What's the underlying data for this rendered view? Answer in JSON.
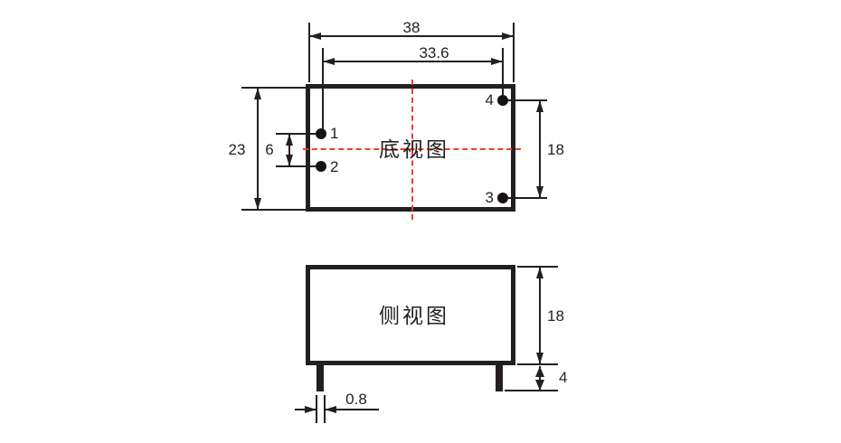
{
  "figure": {
    "bottom_view": {
      "title": "底视图",
      "pins": {
        "pin1": "1",
        "pin2": "2",
        "pin3": "3",
        "pin4": "4"
      },
      "dimensions": {
        "overall_width": "38",
        "pin_span_width": "33.6",
        "overall_depth": "23",
        "pin_pitch": "6",
        "pin_span_depth": "18"
      }
    },
    "side_view": {
      "title": "侧视图",
      "dimensions": {
        "body_height": "18",
        "pin_length": "4",
        "pin_width": "0.8"
      }
    },
    "colors": {
      "line": "#231f20",
      "centerline": "#ee4123"
    }
  }
}
